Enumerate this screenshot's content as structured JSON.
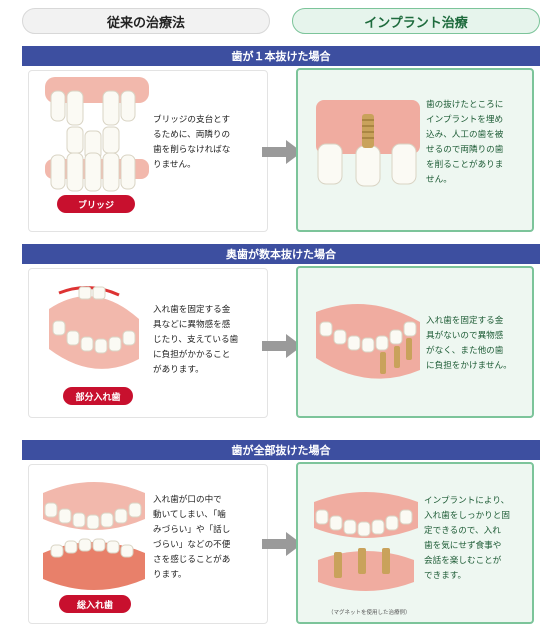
{
  "headers": {
    "left": "従来の治療法",
    "right": "インプラント治療"
  },
  "sections": [
    {
      "band": "歯が１本抜けた場合",
      "left_text": [
        "ブリッジの支台とす",
        "るために、両隣りの",
        "歯を削らなければな",
        "りません。"
      ],
      "left_label": "ブリッジ",
      "right_text": [
        "歯の抜けたところに",
        "インプラントを埋め",
        "込み、人工の歯を被",
        "せるので両隣りの歯",
        "を削ることがありま",
        "せん。"
      ]
    },
    {
      "band": "奥歯が数本抜けた場合",
      "left_text": [
        "入れ歯を固定する金",
        "具などに異物感を感",
        "じたり、支えている歯",
        "に負担がかかること",
        "があります。"
      ],
      "left_label": "部分入れ歯",
      "right_text": [
        "入れ歯を固定する金",
        "具がないので異物感",
        "がなく、また他の歯",
        "に負担をかけません。"
      ]
    },
    {
      "band": "歯が全部抜けた場合",
      "left_text": [
        "入れ歯が口の中で",
        "動いてしまい、「噛",
        "みづらい」や「話し",
        "づらい」などの不便",
        "さを感じることがあ",
        "ります。"
      ],
      "left_label": "総入れ歯",
      "right_text": [
        "インプラントにより、",
        "入れ歯をしっかりと固",
        "定できるので、入れ",
        "歯を気にせず食事や",
        "会話を楽しむことが",
        "できます。"
      ],
      "right_caption": "（マグネットを使用した治療例）"
    }
  ],
  "colors": {
    "band": "#3d4fa0",
    "label_red": "#c8102e",
    "implant_green": "#7cc49a",
    "arrow_gray": "#9a9a9a"
  }
}
